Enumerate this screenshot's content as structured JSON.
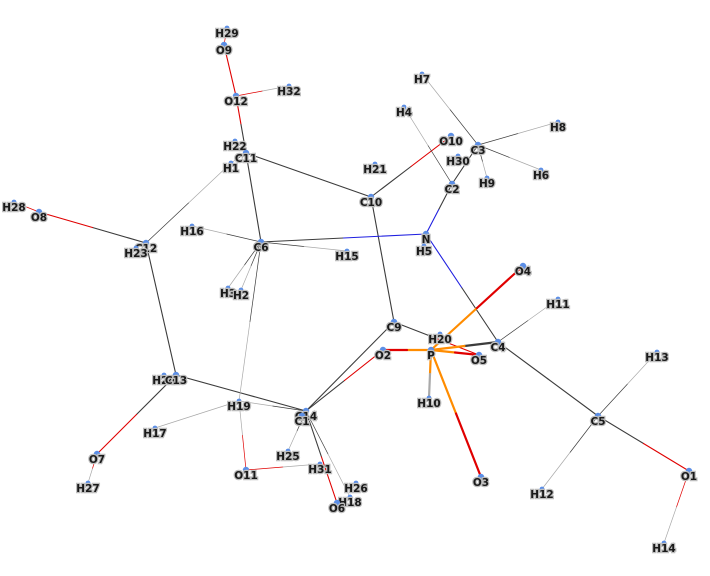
{
  "colors": {
    "C": "#3c3c3c",
    "H": "#a9a9a9",
    "O": "#e00000",
    "N": "#1f1fe0",
    "P": "#ff8c00",
    "dot": "#5b8ee6"
  },
  "atoms": [
    {
      "id": "H29",
      "el": "H",
      "label": "H29"
    },
    {
      "id": "O9",
      "el": "O",
      "label": "O9"
    },
    {
      "id": "O12",
      "el": "O",
      "label": "O12"
    },
    {
      "id": "H32",
      "el": "H",
      "label": "H32"
    },
    {
      "id": "H7",
      "el": "H",
      "label": "H7"
    },
    {
      "id": "H4",
      "el": "H",
      "label": "H4"
    },
    {
      "id": "H8",
      "el": "H",
      "label": "H8"
    },
    {
      "id": "O10",
      "el": "O",
      "label": "O10"
    },
    {
      "id": "C3",
      "el": "C",
      "label": "C3"
    },
    {
      "id": "H30",
      "el": "H",
      "label": "H30"
    },
    {
      "id": "H22",
      "el": "H",
      "label": "H22"
    },
    {
      "id": "C11",
      "el": "C",
      "label": "C11"
    },
    {
      "id": "H1",
      "el": "H",
      "label": "H1"
    },
    {
      "id": "H21",
      "el": "H",
      "label": "H21"
    },
    {
      "id": "C2",
      "el": "C",
      "label": "C2"
    },
    {
      "id": "H9",
      "el": "H",
      "label": "H9"
    },
    {
      "id": "H6",
      "el": "H",
      "label": "H6"
    },
    {
      "id": "C10",
      "el": "C",
      "label": "C10"
    },
    {
      "id": "H28",
      "el": "H",
      "label": "H28"
    },
    {
      "id": "O8",
      "el": "O",
      "label": "O8"
    },
    {
      "id": "H16",
      "el": "H",
      "label": "H16"
    },
    {
      "id": "N",
      "el": "N",
      "label": "N"
    },
    {
      "id": "H5",
      "el": "H",
      "label": "H5"
    },
    {
      "id": "C12",
      "el": "C",
      "label": "C12"
    },
    {
      "id": "H23",
      "el": "H",
      "label": "H23"
    },
    {
      "id": "C6",
      "el": "C",
      "label": "C6"
    },
    {
      "id": "H15",
      "el": "H",
      "label": "H15"
    },
    {
      "id": "O4",
      "el": "O",
      "label": "O4"
    },
    {
      "id": "H3",
      "el": "H",
      "label": "H3"
    },
    {
      "id": "H2",
      "el": "H",
      "label": "H2"
    },
    {
      "id": "H11",
      "el": "H",
      "label": "H11"
    },
    {
      "id": "C9",
      "el": "C",
      "label": "C9"
    },
    {
      "id": "H20",
      "el": "H",
      "label": "H20"
    },
    {
      "id": "C4",
      "el": "C",
      "label": "C4"
    },
    {
      "id": "O2",
      "el": "O",
      "label": "O2"
    },
    {
      "id": "P",
      "el": "P",
      "label": "P"
    },
    {
      "id": "O5",
      "el": "O",
      "label": "O5"
    },
    {
      "id": "H13",
      "el": "H",
      "label": "H13"
    },
    {
      "id": "H24",
      "el": "H",
      "label": "H24"
    },
    {
      "id": "C13",
      "el": "C",
      "label": "C13"
    },
    {
      "id": "H10",
      "el": "H",
      "label": "H10"
    },
    {
      "id": "H19",
      "el": "H",
      "label": "H19"
    },
    {
      "id": "C14",
      "el": "C",
      "label": "C14"
    },
    {
      "id": "C1",
      "el": "C",
      "label": "C1"
    },
    {
      "id": "C5",
      "el": "C",
      "label": "C5"
    },
    {
      "id": "H17",
      "el": "H",
      "label": "H17"
    },
    {
      "id": "O7",
      "el": "O",
      "label": "O7"
    },
    {
      "id": "H25",
      "el": "H",
      "label": "H25"
    },
    {
      "id": "O11",
      "el": "O",
      "label": "O11"
    },
    {
      "id": "H31",
      "el": "H",
      "label": "H31"
    },
    {
      "id": "O1",
      "el": "O",
      "label": "O1"
    },
    {
      "id": "H27",
      "el": "H",
      "label": "H27"
    },
    {
      "id": "H26",
      "el": "H",
      "label": "H26"
    },
    {
      "id": "O3",
      "el": "O",
      "label": "O3"
    },
    {
      "id": "H18",
      "el": "H",
      "label": "H18"
    },
    {
      "id": "O6",
      "el": "O",
      "label": "O6"
    },
    {
      "id": "H12",
      "el": "H",
      "label": "H12"
    },
    {
      "id": "H14",
      "el": "H",
      "label": "H14"
    }
  ],
  "bonds": [
    [
      "O9",
      "H29"
    ],
    [
      "O9",
      "O12"
    ],
    [
      "O12",
      "H32"
    ],
    [
      "O12",
      "C11"
    ],
    [
      "C11",
      "H1"
    ],
    [
      "C11",
      "C10"
    ],
    [
      "C11",
      "C6"
    ],
    [
      "H1",
      "C12"
    ],
    [
      "C12",
      "O8"
    ],
    [
      "O8",
      "H28"
    ],
    [
      "C12",
      "C13"
    ],
    [
      "C13",
      "O7"
    ],
    [
      "O7",
      "H27"
    ],
    [
      "C13",
      "C14"
    ],
    [
      "C14",
      "H19"
    ],
    [
      "H19",
      "H17"
    ],
    [
      "H19",
      "C6"
    ],
    [
      "H19",
      "O11"
    ],
    [
      "O11",
      "H31"
    ],
    [
      "C14",
      "C9"
    ],
    [
      "C14",
      "O2"
    ],
    [
      "C14",
      "O6"
    ],
    [
      "C14",
      "H18"
    ],
    [
      "C14",
      "H25"
    ],
    [
      "C9",
      "C10"
    ],
    [
      "C9",
      "O5"
    ],
    [
      "C10",
      "O10"
    ],
    [
      "C6",
      "N"
    ],
    [
      "C6",
      "H16"
    ],
    [
      "C6",
      "H15"
    ],
    [
      "C6",
      "H3"
    ],
    [
      "C6",
      "H2"
    ],
    [
      "N",
      "C2"
    ],
    [
      "C2",
      "C3"
    ],
    [
      "C2",
      "H4"
    ],
    [
      "C3",
      "H7"
    ],
    [
      "C3",
      "H8"
    ],
    [
      "C3",
      "H9"
    ],
    [
      "C3",
      "H6"
    ],
    [
      "N",
      "C4"
    ],
    [
      "C4",
      "H11"
    ],
    [
      "C4",
      "C5"
    ],
    [
      "C4",
      "P"
    ],
    [
      "C5",
      "H13"
    ],
    [
      "C5",
      "H12"
    ],
    [
      "C5",
      "O1"
    ],
    [
      "O1",
      "H14"
    ],
    [
      "P",
      "O4"
    ],
    [
      "P",
      "O3"
    ],
    [
      "P",
      "O2"
    ],
    [
      "P",
      "O5"
    ],
    [
      "P",
      "H10"
    ]
  ]
}
